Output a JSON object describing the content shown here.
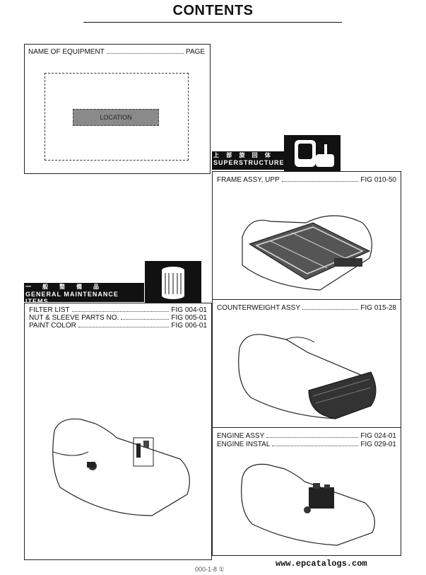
{
  "title": "CONTENTS",
  "equipment_box": {
    "name_label": "NAME OF EQUIPMENT",
    "page_label": "PAGE",
    "location_label": "LOCATION"
  },
  "superstructure": {
    "kanji": "上 部 旋 回 体",
    "label": "SUPERSTRUCTURE",
    "icon": "excavator-cab-icon"
  },
  "general_maintenance": {
    "kanji": "一　般　整　備　品",
    "label": "GENERAL MAINTENANCE ITEMS",
    "icon": "filter-cartridge-icon"
  },
  "entries": {
    "frame_assy": {
      "label": "FRAME ASSY, UPP",
      "ref": "FIG 010-50"
    },
    "filter_list": {
      "label": "FILTER LIST",
      "ref": "FIG 004-01"
    },
    "nut_sleeve": {
      "label": "NUT & SLEEVE PARTS NO.",
      "ref": "FIG 005-01"
    },
    "paint_color": {
      "label": "PAINT COLOR",
      "ref": "FIG 006-01"
    },
    "counterweight": {
      "label": "COUNTERWEIGHT ASSY",
      "ref": "FIG 015-28"
    },
    "engine_assy": {
      "label": "ENGINE ASSY",
      "ref": "FIG 024-01"
    },
    "engine_instal": {
      "label": "ENGINE INSTAL",
      "ref": "FIG 029-01"
    }
  },
  "footer": {
    "url": "www.epcatalogs.com",
    "page": "000-1-8 ①"
  }
}
